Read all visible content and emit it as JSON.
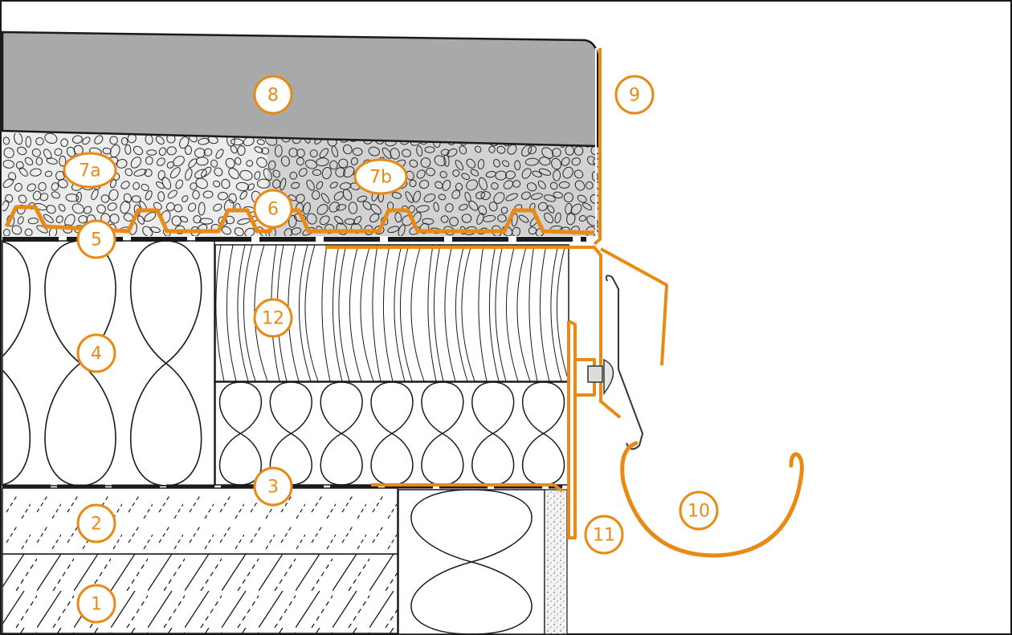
{
  "diagram": {
    "colors": {
      "accent": "#E88A14",
      "line": "#1a1a1a",
      "concrete_fill": "#a7a9ab",
      "gravel_fill_a": "#e6e6e6",
      "gravel_fill_b": "#cfcfcf",
      "insulation_fill": "#ffffff",
      "background": "#ffffff"
    },
    "markers": [
      {
        "id": "m1",
        "label": "1"
      },
      {
        "id": "m2",
        "label": "2"
      },
      {
        "id": "m3",
        "label": "3"
      },
      {
        "id": "m4",
        "label": "4"
      },
      {
        "id": "m5",
        "label": "5"
      },
      {
        "id": "m6",
        "label": "6"
      },
      {
        "id": "m7a",
        "label": "7a"
      },
      {
        "id": "m7b",
        "label": "7b"
      },
      {
        "id": "m8",
        "label": "8"
      },
      {
        "id": "m9",
        "label": "9"
      },
      {
        "id": "m10",
        "label": "10"
      },
      {
        "id": "m11",
        "label": "11"
      },
      {
        "id": "m12",
        "label": "12"
      }
    ]
  }
}
